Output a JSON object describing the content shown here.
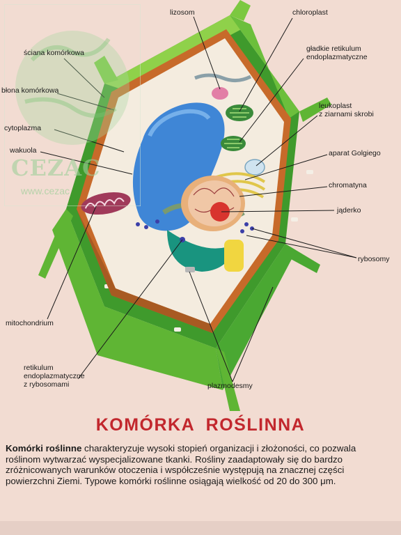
{
  "labels": {
    "lizosom": "lizosom",
    "chloroplast": "chloroplast",
    "smooth_er_1": "gładkie retikulum",
    "smooth_er_2": "endoplazmatyczne",
    "leukoplast_1": "leukoplast",
    "leukoplast_2": "z ziarnami skrobi",
    "golgi": "aparat Golgiego",
    "chromatin": "chromatyna",
    "nucleolus": "jąderko",
    "ribosomes": "rybosomy",
    "cell_wall": "ściana komórkowa",
    "cell_membrane": "błona komórkowa",
    "cytoplasm": "cytoplazma",
    "vacuole": "wakuola",
    "mitochondrion": "mitochondrium",
    "rough_er_1": "retikulum",
    "rough_er_2": "endoplazmatyczne",
    "rough_er_3": "z rybosomami",
    "plasmodesmata": "plazmodesmy"
  },
  "title": "KOMÓRKA  ROŚLINNA",
  "description": {
    "bold": "Komórki roślinne",
    "text": " charakteryzuje wysoki stopień organizacji i złożoności, co  pozwala roślinom wytwarzać wyspecjalizowane tkanki. Rośliny zaadaptowały się do bardzo zróżnicowanych warunków otoczenia i współcześnie występują na znacznej części powierzchni Ziemi. Typowe komórki roślinne osiągają wielkość od 20 do 300 μm."
  },
  "watermark": {
    "brand": "CEZAC",
    "url": "www.cezac"
  },
  "colors": {
    "wall_green": "#4aa832",
    "wall_light": "#8fd14a",
    "membrane_brown": "#c76a2a",
    "vacuole_blue": "#3f86d6",
    "title_red": "#c2272d"
  }
}
